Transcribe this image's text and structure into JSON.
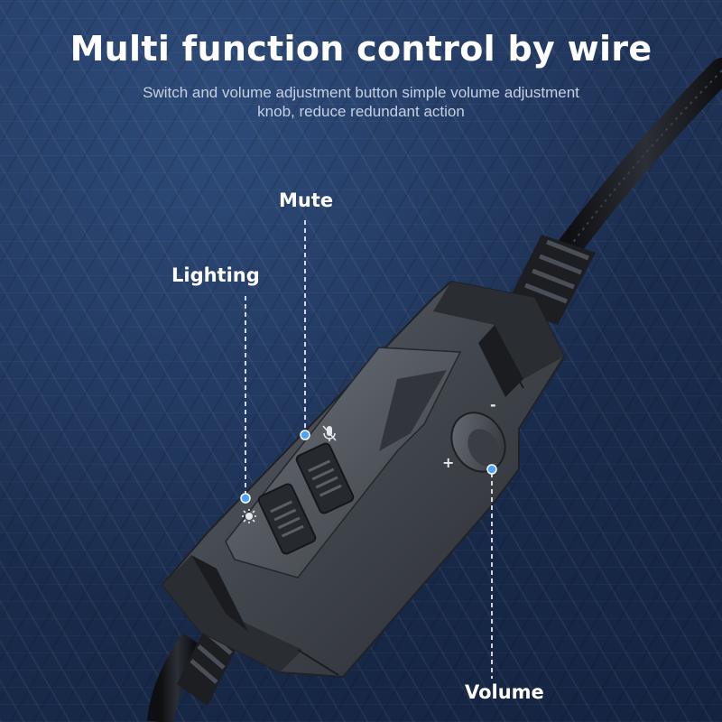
{
  "header": {
    "title": "Multi function control by wire",
    "subtitle": "Switch and volume adjustment button simple volume adjustment knob, reduce redundant action"
  },
  "callouts": {
    "mute": "Mute",
    "lighting": "Lighting",
    "volume": "Volume"
  },
  "device_marks": {
    "plus": "+",
    "minus": "-"
  },
  "colors": {
    "background": "#1c2f52",
    "accent_dot": "#4da3ff",
    "text": "#ffffff",
    "subtext": "#c5d0e2"
  },
  "icons": [
    "sun-icon",
    "microphone-icon"
  ]
}
